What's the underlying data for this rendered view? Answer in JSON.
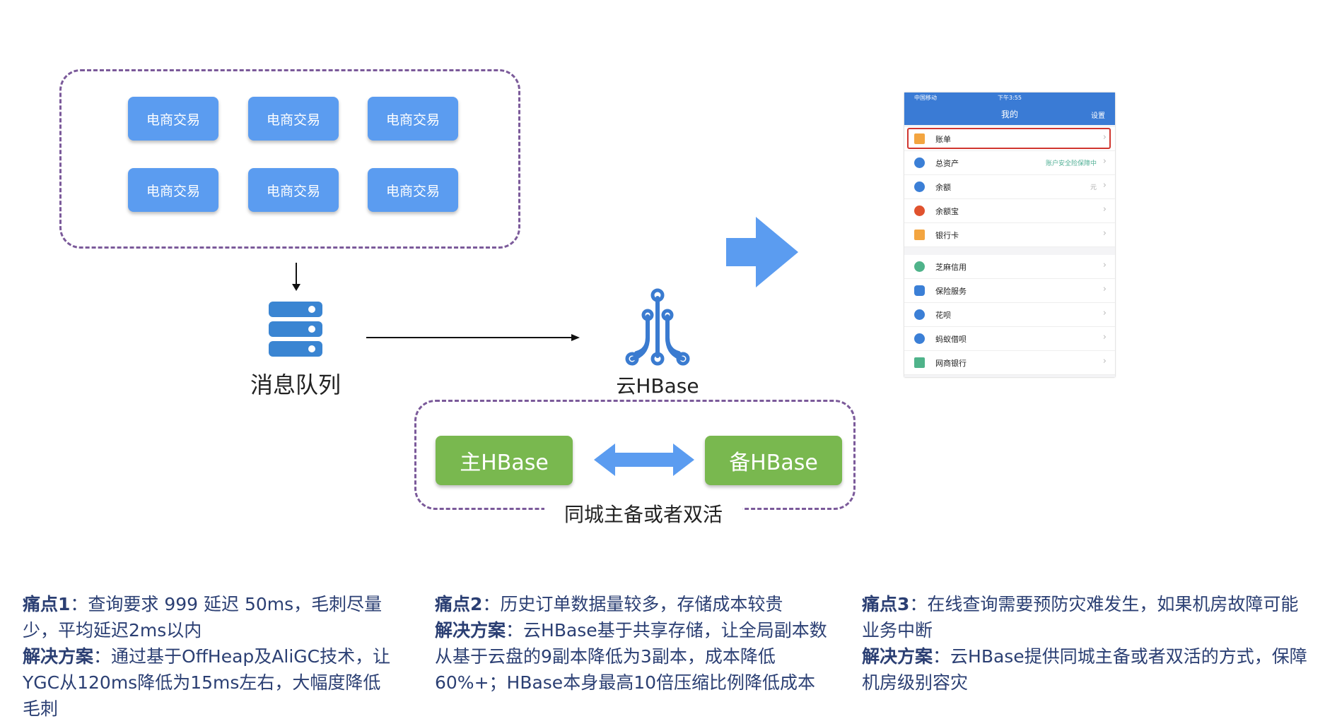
{
  "tiles": [
    "电商交易",
    "电商交易",
    "电商交易",
    "电商交易",
    "电商交易",
    "电商交易"
  ],
  "message_queue_label": "消息队列",
  "cloud_hbase_label": "云HBase",
  "primary_label": "主HBase",
  "standby_label": "备HBase",
  "dual_label": "同城主备或者双活",
  "phone": {
    "status_carrier": "中国移动",
    "status_time": "下午3:55",
    "title": "我的",
    "settings": "设置",
    "rows": [
      {
        "label": "账单",
        "side": ""
      },
      {
        "label": "总资产",
        "side": "账户安全险保障中"
      },
      {
        "label": "余额",
        "side": "元"
      },
      {
        "label": "余额宝",
        "side": ""
      },
      {
        "label": "银行卡",
        "side": ""
      },
      {
        "label": "芝麻信用",
        "side": ""
      },
      {
        "label": "保险服务",
        "side": ""
      },
      {
        "label": "花呗",
        "side": ""
      },
      {
        "label": "蚂蚁借呗",
        "side": ""
      },
      {
        "label": "网商银行",
        "side": ""
      }
    ]
  },
  "notes": {
    "p1_title": "痛点1",
    "p1_text": "：查询要求 999 延迟 50ms，毛刺尽量少，平均延迟2ms以内",
    "p1_sol_title": "解决方案",
    "p1_sol_text": "：通过基于OffHeap及AliGC技术，让YGC从120ms降低为15ms左右，大幅度降低毛刺",
    "p2_title": "痛点2",
    "p2_text": "：历史订单数据量较多，存储成本较贵",
    "p2_sol_title": "解决方案",
    "p2_sol_text": "：云HBase基于共享存储，让全局副本数从基于云盘的9副本降低为3副本，成本降低60%+；HBase本身最高10倍压缩比例降低成本",
    "p3_title": "痛点3",
    "p3_text": "：在线查询需要预防灾难发生，如果机房故障可能业务中断",
    "p3_sol_title": "解决方案",
    "p3_sol_text": "：云HBase提供同城主备或者双活的方式，保障机房级别容灾"
  },
  "colors": {
    "tile": "#5b9cf0",
    "green": "#79b84f",
    "dash": "#7b5a9a",
    "arrow": "#5b9cf0",
    "text_blue": "#2b3f73"
  }
}
